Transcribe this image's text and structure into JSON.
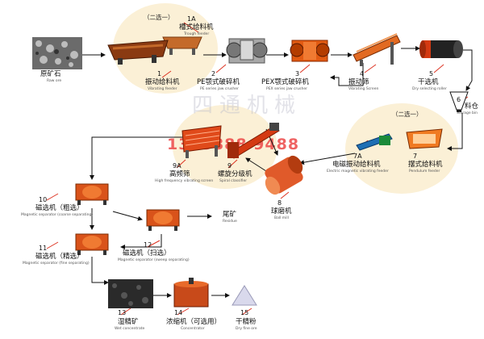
{
  "watermark": "四通机械",
  "phone": "1393888 9488",
  "options": {
    "opt1": "（二选一）",
    "opt2": "（二选一）"
  },
  "steps": {
    "raw": {
      "num": "",
      "cn": "原矿石",
      "en": "Raw ore"
    },
    "s1a": {
      "num": "1A",
      "cn": "槽式给料机",
      "en": "Trough feeder"
    },
    "s1": {
      "num": "1",
      "cn": "振动给料机",
      "en": "Vibrating feeder"
    },
    "s2": {
      "num": "2",
      "cn": "PE颚式破碎机",
      "en": "PE series jaw crusher"
    },
    "s3": {
      "num": "3",
      "cn": "PEX颚式破碎机",
      "en": "PEX series jaw crusher"
    },
    "s4": {
      "num": "4",
      "cn": "振动筛",
      "en": "Vibrating Screen"
    },
    "s5": {
      "num": "5",
      "cn": "干选机",
      "en": "Dry selecting roller"
    },
    "s6": {
      "num": "6",
      "cn": "料仓",
      "en": "Storage bin"
    },
    "s7": {
      "num": "7",
      "cn": "摆式给料机",
      "en": "Pendulum feeder"
    },
    "s7a": {
      "num": "7A",
      "cn": "电磁振动给料机",
      "en": "Electric magnetic vibrating feeder"
    },
    "s8": {
      "num": "8",
      "cn": "球磨机",
      "en": "Ball mill"
    },
    "s9": {
      "num": "9",
      "cn": "螺旋分级机",
      "en": "Spiral classifier"
    },
    "s9a": {
      "num": "9A",
      "cn": "高频筛",
      "en": "High frequency vibrating screen"
    },
    "s10": {
      "num": "10",
      "cn": "磁选机（粗选）",
      "en": "Magnetic separator (coarse separating)"
    },
    "s11": {
      "num": "11",
      "cn": "磁选机（精选）",
      "en": "Magnetic separator (fine separating)"
    },
    "s12": {
      "num": "12",
      "cn": "磁选机（扫选）",
      "en": "Magnetic separator (sweep separating)"
    },
    "tail": {
      "num": "",
      "cn": "尾矿",
      "en": "Residue"
    },
    "s13": {
      "num": "13",
      "cn": "湿精矿",
      "en": "Wet concentrate"
    },
    "s14": {
      "num": "14",
      "cn": "浓缩机（可选用）",
      "en": "Concentrator"
    },
    "s15": {
      "num": "15",
      "cn": "干精粉",
      "en": "Dry fine ore"
    }
  }
}
